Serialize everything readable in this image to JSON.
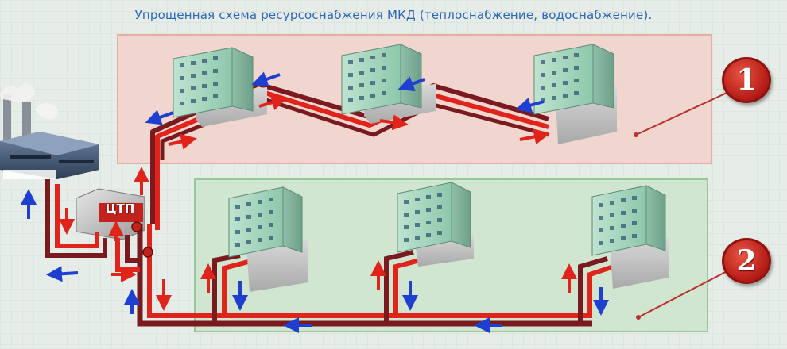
{
  "title": "Упрощенная схема ресурсоснабжения МКД (теплоснабжение, водоснабжение).",
  "node_label": "ЦТП",
  "zones": [
    {
      "label": "1",
      "color": "#f3d5cd"
    },
    {
      "label": "2",
      "color": "#cfe6cf"
    }
  ],
  "colors": {
    "supply": "#e0241c",
    "return": "#7a1a1e",
    "flow_back": "#1f3fd0",
    "zone1_border": "#e3aaa0",
    "zone2_border": "#8fc890"
  }
}
